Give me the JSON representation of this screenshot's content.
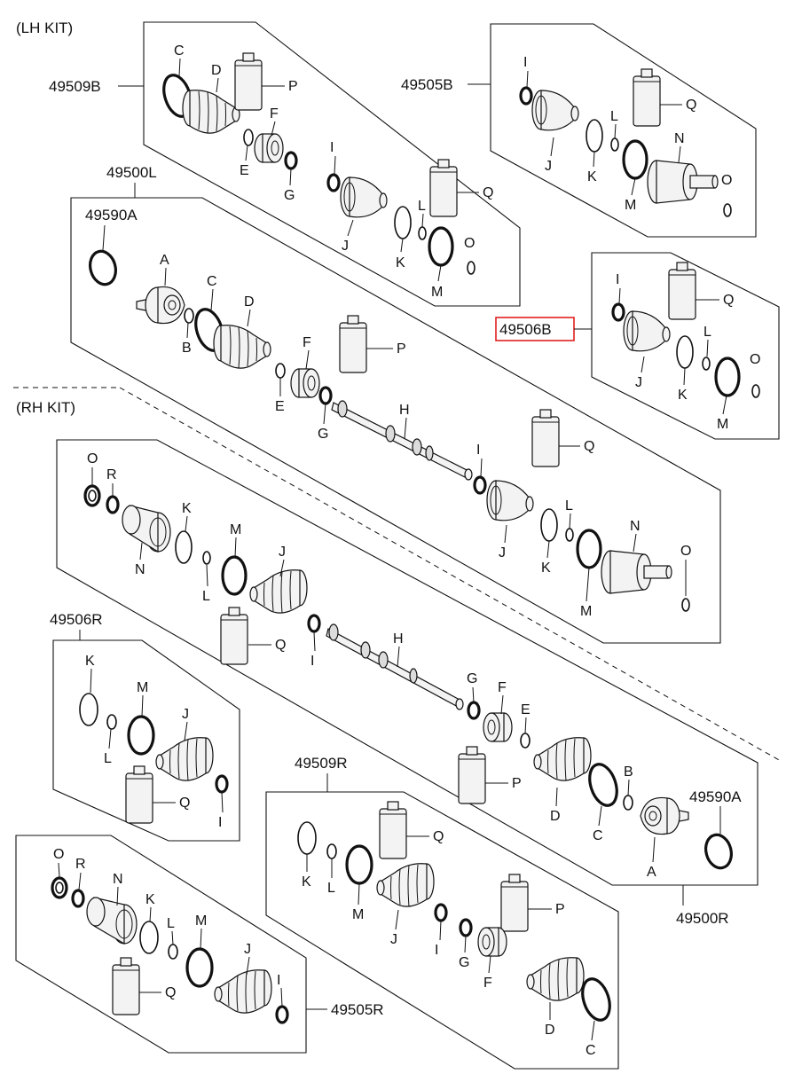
{
  "kits": {
    "lh": "(LH KIT)",
    "rh": "(RH KIT)"
  },
  "part_numbers": {
    "lh_outer_boot_kit": "49509B",
    "lh_inner_boot_kit": "49505B",
    "lh_shaft_assy": "49500L",
    "lh_outer_joint": "49590A",
    "lh_small_kit": "49506B",
    "rh_small_kit": "49506R",
    "rh_outer_boot_kit": "49509R",
    "rh_shaft_assy": "49500R",
    "rh_outer_joint": "49590A",
    "rh_inner_boot_kit": "49505R"
  },
  "highlighted_part": "49506B",
  "letters": {
    "A": "A",
    "B": "B",
    "C": "C",
    "D": "D",
    "E": "E",
    "F": "F",
    "G": "G",
    "H": "H",
    "I": "I",
    "J": "J",
    "K": "K",
    "L": "L",
    "M": "M",
    "N": "N",
    "O": "O",
    "P": "P",
    "Q": "Q",
    "R": "R"
  },
  "colors": {
    "line": "#111111",
    "highlight": "#e02020",
    "background": "#ffffff"
  }
}
